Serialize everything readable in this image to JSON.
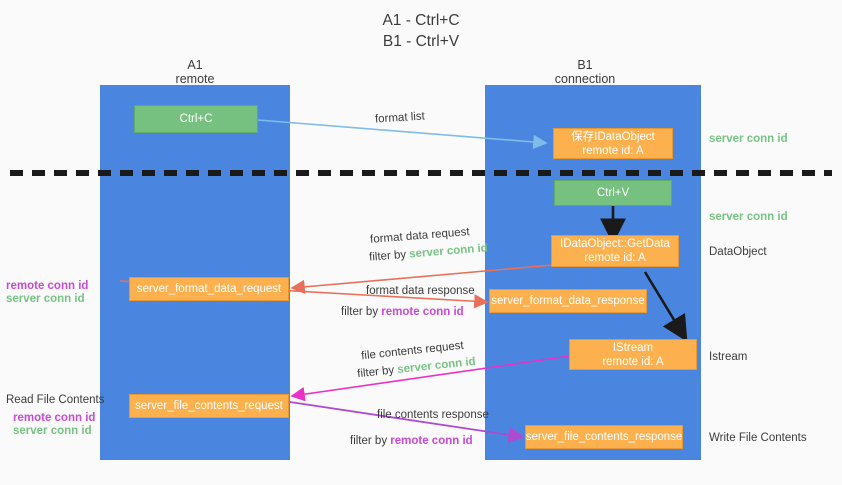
{
  "title": "A1 - Ctrl+C\nB1 - Ctrl+V",
  "colors": {
    "lane": "#4a86e0",
    "green_box": "#76c080",
    "orange_box": "#fcb14e",
    "server_conn_green": "#77c384",
    "remote_conn_purple": "#c84ad4",
    "blue_arrow": "#7fbce8",
    "red_arrow": "#e8705a",
    "magenta_arrow": "#e832c8",
    "purple_arrow": "#b04ad0",
    "black": "#1a1a1a",
    "background": "#fafafa"
  },
  "lanes": [
    {
      "name": "A1",
      "sub": "remote"
    },
    {
      "name": "B1",
      "sub": "connection"
    }
  ],
  "boxes": [
    {
      "id": "ctrl_c",
      "label": "Ctrl+C",
      "sub": "",
      "color": "green"
    },
    {
      "id": "save_idataobject",
      "label": "保存IDataObject",
      "sub": "remote id: A",
      "color": "orange"
    },
    {
      "id": "ctrl_v",
      "label": "Ctrl+V",
      "sub": "",
      "color": "green"
    },
    {
      "id": "getdata",
      "label": "IDataObject::GetData",
      "sub": "remote id: A",
      "color": "orange"
    },
    {
      "id": "server_format_data_request",
      "label": "server_format_data_request",
      "sub": "",
      "color": "orange"
    },
    {
      "id": "server_format_data_response",
      "label": "server_format_data_response",
      "sub": "",
      "color": "orange"
    },
    {
      "id": "istream",
      "label": "IStream",
      "sub": "remote id: A",
      "color": "orange"
    },
    {
      "id": "server_file_contents_request",
      "label": "server_file_contents_request",
      "sub": "",
      "color": "orange"
    },
    {
      "id": "server_file_contents_response",
      "label": "server_file_contents_response",
      "sub": "",
      "color": "orange"
    }
  ],
  "edge_labels": {
    "format_list": "format list",
    "format_data_request": "format data request",
    "format_data_request_filter_prefix": "filter by ",
    "format_data_request_filter_value": "server conn id",
    "format_data_response": "format data response",
    "format_data_response_filter_prefix": "filter by ",
    "format_data_response_filter_value": "remote conn id",
    "file_contents_request": "file contents request",
    "file_contents_request_filter_prefix": "filter by ",
    "file_contents_request_filter_value": "server conn id",
    "file_contents_response": "file contents response",
    "file_contents_response_filter_prefix": "filter by ",
    "file_contents_response_filter_value": "remote conn id"
  },
  "right_labels": [
    {
      "id": "server_conn_id_top",
      "text": "server conn id",
      "style": "green"
    },
    {
      "id": "server_conn_id_mid",
      "text": "server conn id",
      "style": "green"
    },
    {
      "id": "dataobject",
      "text": "DataObject",
      "style": "plain"
    },
    {
      "id": "istream_label",
      "text": "Istream",
      "style": "plain"
    },
    {
      "id": "write_file_contents",
      "text": "Write File Contents",
      "style": "plain"
    }
  ],
  "left_labels": [
    {
      "id": "mid_remote",
      "text": "remote conn id",
      "style": "purple"
    },
    {
      "id": "mid_server",
      "text": "server conn id",
      "style": "green"
    },
    {
      "id": "read_file_contents",
      "text": "Read File Contents",
      "style": "plain"
    },
    {
      "id": "low_remote",
      "text": "remote conn id",
      "style": "purple"
    },
    {
      "id": "low_server",
      "text": "server conn id",
      "style": "green"
    }
  ]
}
